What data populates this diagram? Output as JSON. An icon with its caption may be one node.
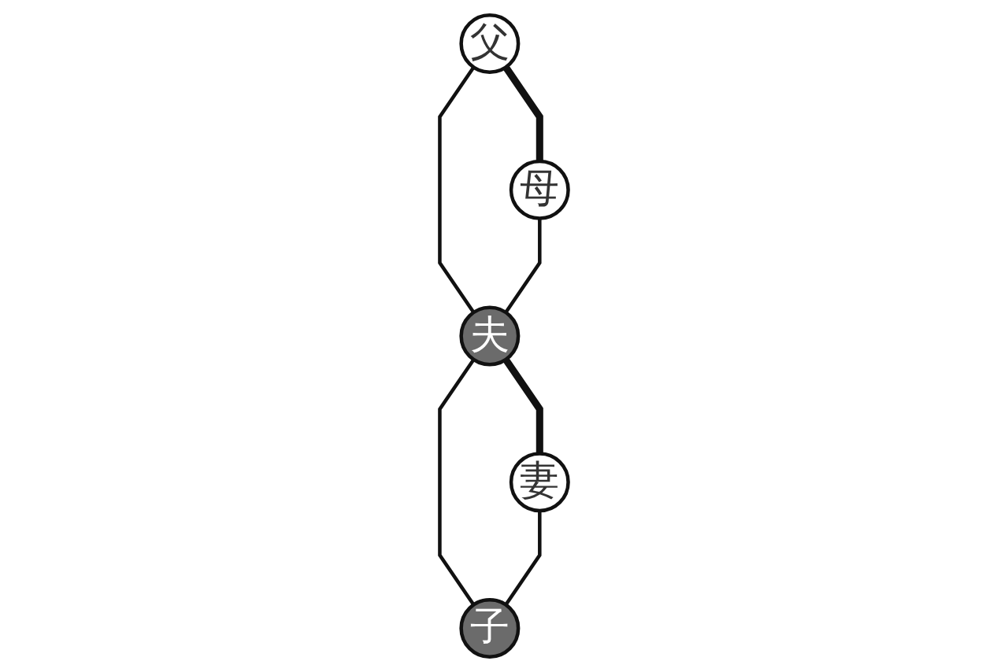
{
  "diagram": {
    "nodes": [
      {
        "text": [
          "父"
        ]
      },
      {
        "text": [
          "母"
        ]
      },
      {
        "text": [
          "夫"
        ]
      },
      {
        "text": [
          "妻"
        ]
      },
      {
        "text": [
          "子"
        ]
      }
    ],
    "edges": [
      {
        "from": 0,
        "to": 1,
        "arrow": "none",
        "style": "thick"
      },
      {
        "from": 0,
        "to": 2,
        "arrow": "none"
      },
      {
        "from": 1,
        "to": 2,
        "arrow": "none"
      },
      {
        "from": 2,
        "to": 3,
        "arrow": "none",
        "style": "thick"
      },
      {
        "from": 2,
        "to": 4,
        "arrow": "none"
      },
      {
        "from": 3,
        "to": 4,
        "arrow": "none"
      }
    ]
  }
}
